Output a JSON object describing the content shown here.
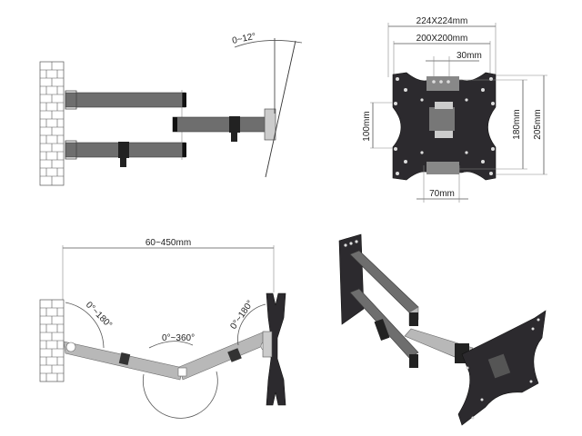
{
  "figure": {
    "description": "TV wall mount bracket technical drawings",
    "panels": [
      {
        "id": "side-view-tilt",
        "labels": {
          "tilt": "0~12°"
        }
      },
      {
        "id": "front-view-plate",
        "labels": {
          "vesa_max": "224X224mm",
          "vesa_std": "200X200mm",
          "top_spacing": "30mm",
          "left_height": "100mm",
          "inner_height": "180mm",
          "outer_height": "205mm",
          "bottom_spacing": "70mm"
        }
      },
      {
        "id": "top-view-swivel",
        "labels": {
          "extension": "60~450mm",
          "wall_swivel": "0°~180°",
          "middle_swivel": "0°~360°",
          "plate_swivel": "0°~180°"
        }
      },
      {
        "id": "isometric-view",
        "labels": {}
      }
    ]
  },
  "colors": {
    "arm_dark": "#6e6e6e",
    "arm_light": "#b8b8b8",
    "plate": "#2c2a2e",
    "line": "#555555"
  }
}
